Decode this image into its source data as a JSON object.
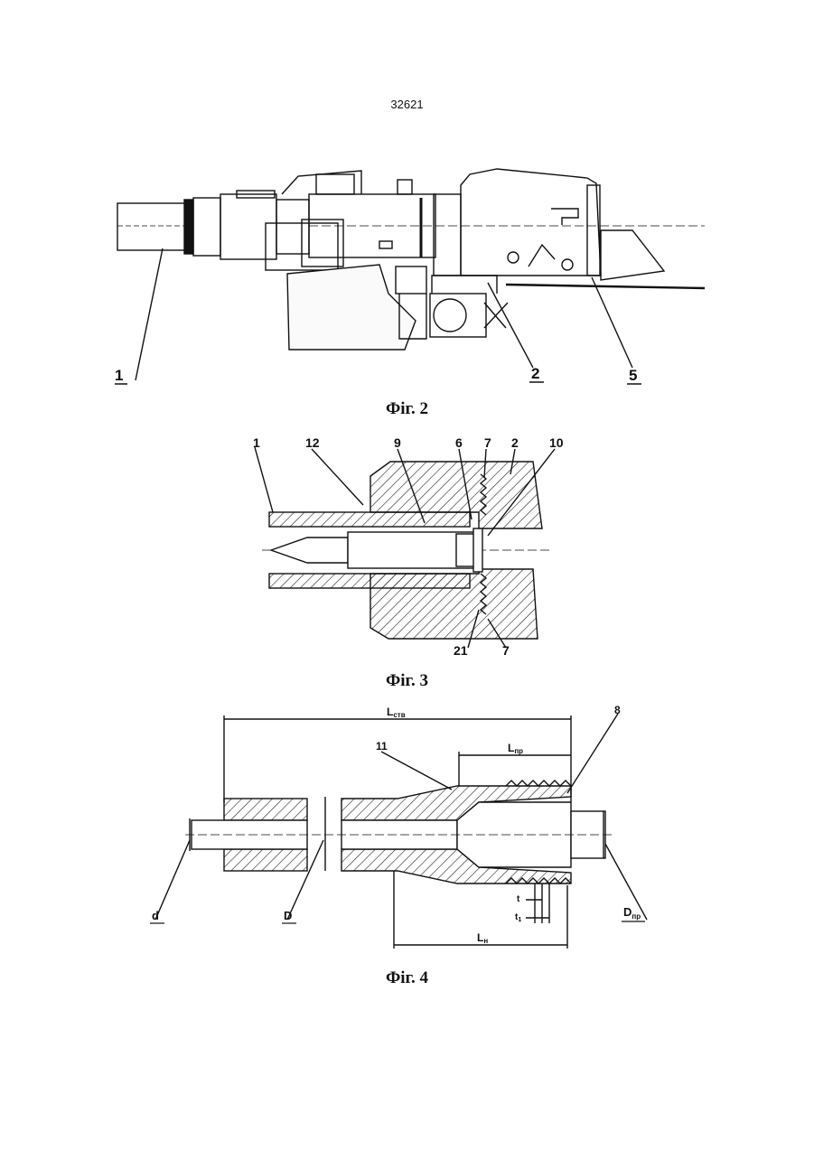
{
  "page_number": "32621",
  "figures": [
    {
      "caption": "Фіг. 2",
      "labels": [
        "1",
        "2",
        "5"
      ]
    },
    {
      "caption": "Фіг. 3",
      "labels": [
        "1",
        "12",
        "9",
        "6",
        "7",
        "2",
        "10",
        "21",
        "7"
      ]
    },
    {
      "caption": "Фіг. 4",
      "labels": [
        "11",
        "8",
        "d",
        "D",
        "D"
      ],
      "label_subscripts": {
        "D_right": "пр"
      },
      "dimensions": [
        {
          "symbol": "L",
          "sub": "ств"
        },
        {
          "symbol": "L",
          "sub": "пр"
        },
        {
          "symbol": "L",
          "sub": "н"
        },
        {
          "symbol": "t",
          "sub": ""
        },
        {
          "symbol": "t",
          "sub": "1"
        }
      ]
    }
  ]
}
